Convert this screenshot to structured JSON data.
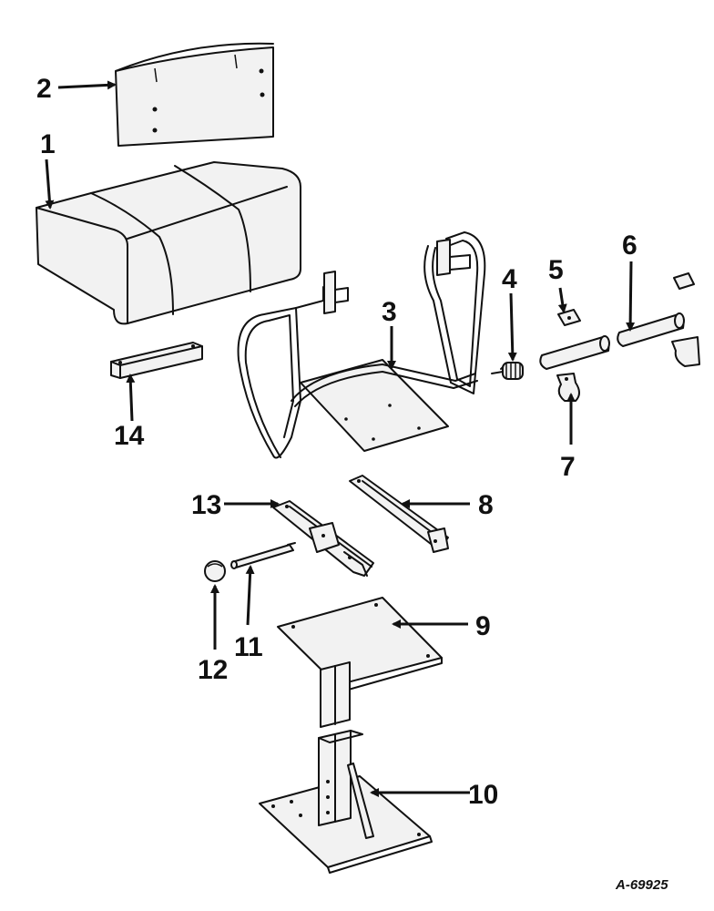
{
  "figure_id": "A-69925",
  "callouts": {
    "c1": "1",
    "c2": "2",
    "c3": "3",
    "c4": "4",
    "c5": "5",
    "c6": "6",
    "c7": "7",
    "c8": "8",
    "c9": "9",
    "c10": "10",
    "c11": "11",
    "c12": "12",
    "c13": "13",
    "c14": "14"
  }
}
